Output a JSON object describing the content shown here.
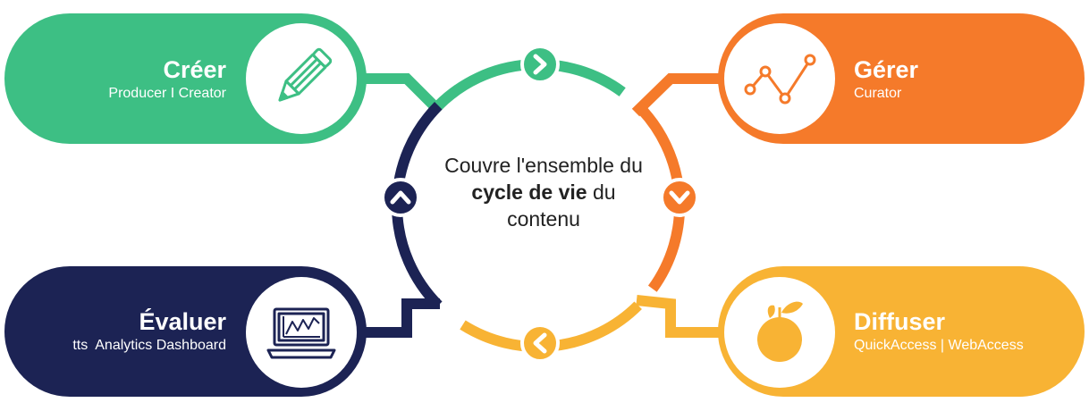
{
  "colors": {
    "green": "#3dbf84",
    "orange": "#f57a2a",
    "navy": "#1c2354",
    "yellow": "#f8b334",
    "white": "#ffffff"
  },
  "center": {
    "line1": "Couvre l'ensemble du",
    "bold": "cycle de vie",
    "line2_rest": " du",
    "line3": "contenu"
  },
  "stages": {
    "creer": {
      "title": "Créer",
      "subtitle": "Producer I Creator",
      "icon": "pencil-icon"
    },
    "gerer": {
      "title": "Gérer",
      "subtitle": "Curator",
      "icon": "line-graph-icon"
    },
    "evaluer": {
      "title": "Évaluer",
      "subtitle": "tts  Analytics Dashboard",
      "icon": "laptop-analytics-icon"
    },
    "diffuser": {
      "title": "Diffuser",
      "subtitle": "QuickAccess | WebAccess",
      "icon": "fruit-icon"
    }
  },
  "arrows": {
    "top": "chevron-right-icon",
    "right": "chevron-down-icon",
    "bottom": "chevron-left-icon",
    "left": "chevron-up-icon"
  }
}
